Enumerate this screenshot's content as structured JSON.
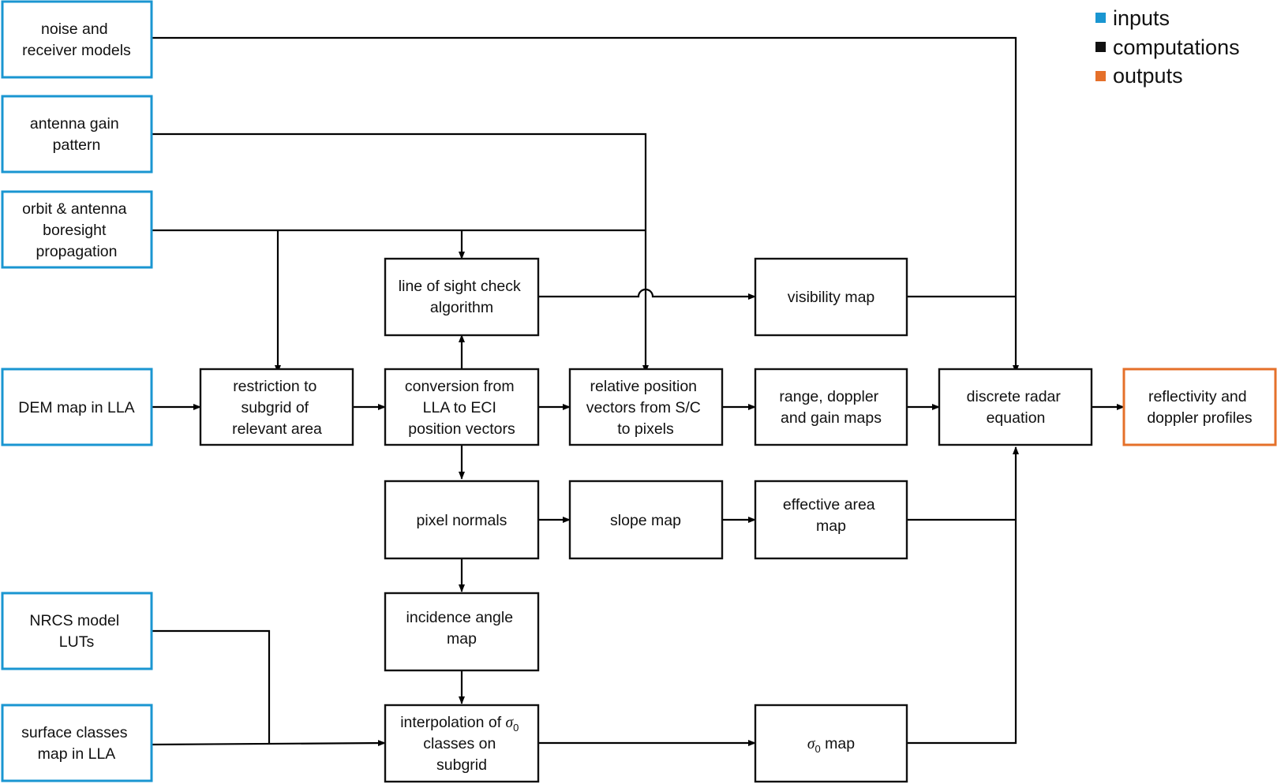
{
  "colors": {
    "input": "#1a96d1",
    "computation": "#111111",
    "output": "#e5702a",
    "line": "#000000"
  },
  "legend": {
    "inputs": "inputs",
    "computations": "computations",
    "outputs": "outputs"
  },
  "inputs": {
    "noise": [
      "noise and",
      "receiver models"
    ],
    "antenna": [
      "antenna gain",
      "pattern"
    ],
    "orbit": [
      "orbit & antenna",
      "boresight",
      "propagation"
    ],
    "dem": [
      "DEM map in LLA"
    ],
    "nrcs": [
      "NRCS model",
      "LUTs"
    ],
    "surface": [
      "surface classes",
      "map in LLA"
    ]
  },
  "computations": {
    "restriction": [
      "restriction to",
      "subgrid of",
      "relevant area"
    ],
    "los": [
      "line of sight check",
      "algorithm"
    ],
    "conversion": [
      "conversion from",
      "LLA to ECI",
      "position vectors"
    ],
    "relpos": [
      "relative position",
      "vectors from S/C",
      "to pixels"
    ],
    "visibility": [
      "visibility map"
    ],
    "range": [
      "range, doppler",
      "and gain maps"
    ],
    "radar": [
      "discrete radar",
      "equation"
    ],
    "normals": [
      "pixel normals"
    ],
    "slope": [
      "slope map"
    ],
    "effarea": [
      "effective area",
      "map"
    ],
    "incidence": [
      "incidence angle",
      "map"
    ],
    "interp": {
      "line1_prefix": "interpolation of ",
      "sigma": "σ",
      "sub": "0",
      "line2": "classes on",
      "line3": "subgrid"
    },
    "sigma_map": {
      "sigma": "σ",
      "sub": "0",
      "suffix": " map"
    }
  },
  "outputs": {
    "reflectivity": [
      "reflectivity and",
      "doppler profiles"
    ]
  }
}
